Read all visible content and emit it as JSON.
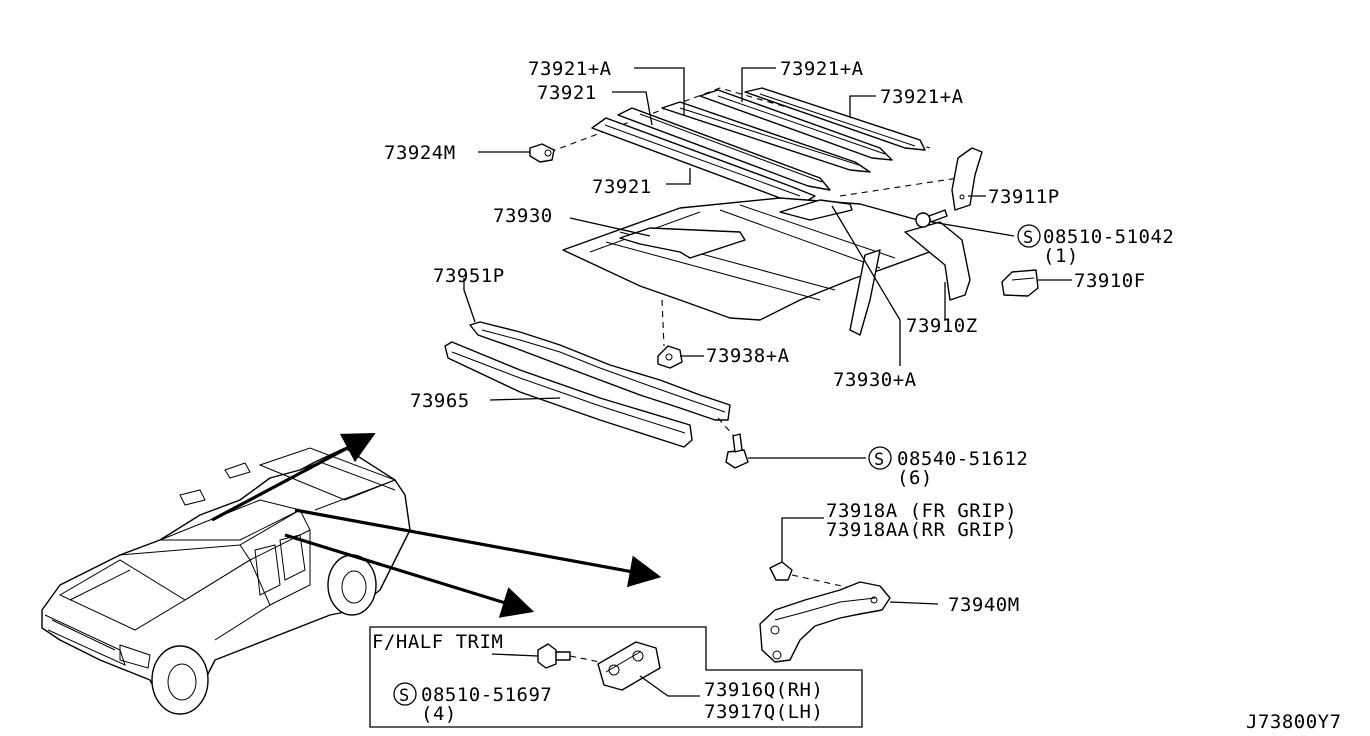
{
  "diagram_id": "J73800Y7",
  "labels": {
    "p73921a_1": "73921+A",
    "p73921_1": "73921",
    "p73921a_2": "73921+A",
    "p73921a_3": "73921+A",
    "p73924m": "73924M",
    "p73921_2": "73921",
    "p73911p": "73911P",
    "p73930": "73930",
    "p08510_51042": "08510-51042",
    "p08510_51042_qty": "(1)",
    "p73951p": "73951P",
    "p73910f": "73910F",
    "p73910z": "73910Z",
    "p73938a": "73938+A",
    "p73930a": "73930+A",
    "p73965": "73965",
    "p08540_51612": "08540-51612",
    "p08540_51612_qty": "(6)",
    "p73918a": "73918A (FR GRIP)",
    "p73918aa": "73918AA(RR GRIP)",
    "p73940m": "73940M",
    "half_trim_title": "F/HALF TRIM",
    "p08510_51697": "08510-51697",
    "p08510_51697_qty": "(4)",
    "p73916q": "73916Q(RH)",
    "p73917q": "73917Q(LH)"
  },
  "symbols": {
    "screw_marker": "S"
  }
}
